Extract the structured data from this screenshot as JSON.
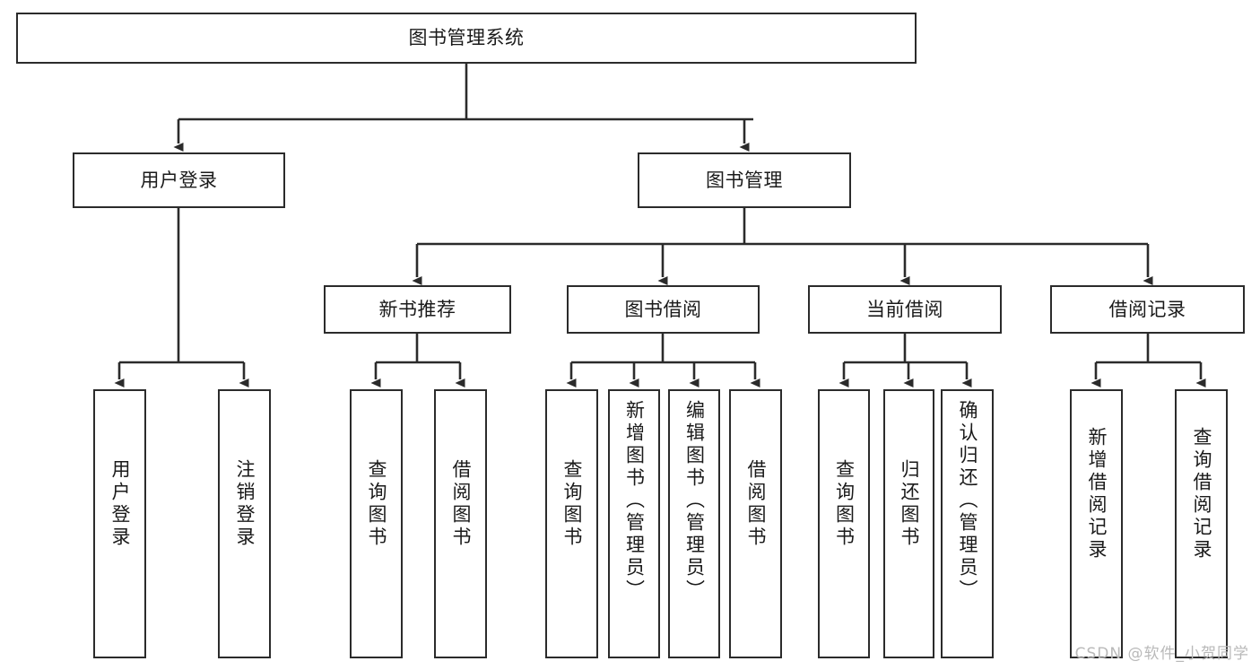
{
  "diagram": {
    "title": "图书管理系统",
    "type": "tree-hierarchy-chart",
    "colors": {
      "box_border": "#2b2b2b",
      "box_fill": "#ffffff",
      "connector": "#2b2b2b",
      "text": "#1a1a1a",
      "watermark": "#b9b9b9",
      "background": "#ffffff"
    },
    "root": {
      "id": "root",
      "label": "图书管理系统",
      "orientation": "horizontal"
    },
    "level2": [
      {
        "id": "user-login",
        "label": "用户登录",
        "orientation": "horizontal"
      },
      {
        "id": "book-management",
        "label": "图书管理",
        "orientation": "horizontal"
      }
    ],
    "level3": [
      {
        "id": "new-book-recommend",
        "label": "新书推荐",
        "orientation": "horizontal",
        "parent": "book-management"
      },
      {
        "id": "book-borrow",
        "label": "图书借阅",
        "orientation": "horizontal",
        "parent": "book-management"
      },
      {
        "id": "current-borrow",
        "label": "当前借阅",
        "orientation": "horizontal",
        "parent": "book-management"
      },
      {
        "id": "borrow-record",
        "label": "借阅记录",
        "orientation": "horizontal",
        "parent": "book-management"
      }
    ],
    "leaves": [
      {
        "id": "leaf-user-login",
        "label": "用户登录",
        "orientation": "vertical",
        "parent": "user-login"
      },
      {
        "id": "leaf-user-logout",
        "label": "注销登录",
        "orientation": "vertical",
        "parent": "user-login"
      },
      {
        "id": "leaf-query-book-1",
        "label": "查询图书",
        "orientation": "vertical",
        "parent": "new-book-recommend"
      },
      {
        "id": "leaf-borrow-book-1",
        "label": "借阅图书",
        "orientation": "vertical",
        "parent": "new-book-recommend"
      },
      {
        "id": "leaf-query-book-2",
        "label": "查询图书",
        "orientation": "vertical",
        "parent": "book-borrow"
      },
      {
        "id": "leaf-add-book",
        "label": "新增图书（管理员）",
        "orientation": "vertical",
        "parent": "book-borrow"
      },
      {
        "id": "leaf-edit-book",
        "label": "编辑图书（管理员）",
        "orientation": "vertical",
        "parent": "book-borrow"
      },
      {
        "id": "leaf-borrow-book-2",
        "label": "借阅图书",
        "orientation": "vertical",
        "parent": "book-borrow"
      },
      {
        "id": "leaf-query-book-3",
        "label": "查询图书",
        "orientation": "vertical",
        "parent": "current-borrow"
      },
      {
        "id": "leaf-return-book",
        "label": "归还图书",
        "orientation": "vertical",
        "parent": "current-borrow"
      },
      {
        "id": "leaf-confirm-return",
        "label": "确认归还（管理员）",
        "orientation": "vertical",
        "parent": "current-borrow"
      },
      {
        "id": "leaf-add-record",
        "label": "新增借阅记录",
        "orientation": "vertical",
        "parent": "borrow-record"
      },
      {
        "id": "leaf-query-record",
        "label": "查询借阅记录",
        "orientation": "vertical",
        "parent": "borrow-record"
      }
    ],
    "watermark": "CSDN @软件_小贺同学"
  }
}
